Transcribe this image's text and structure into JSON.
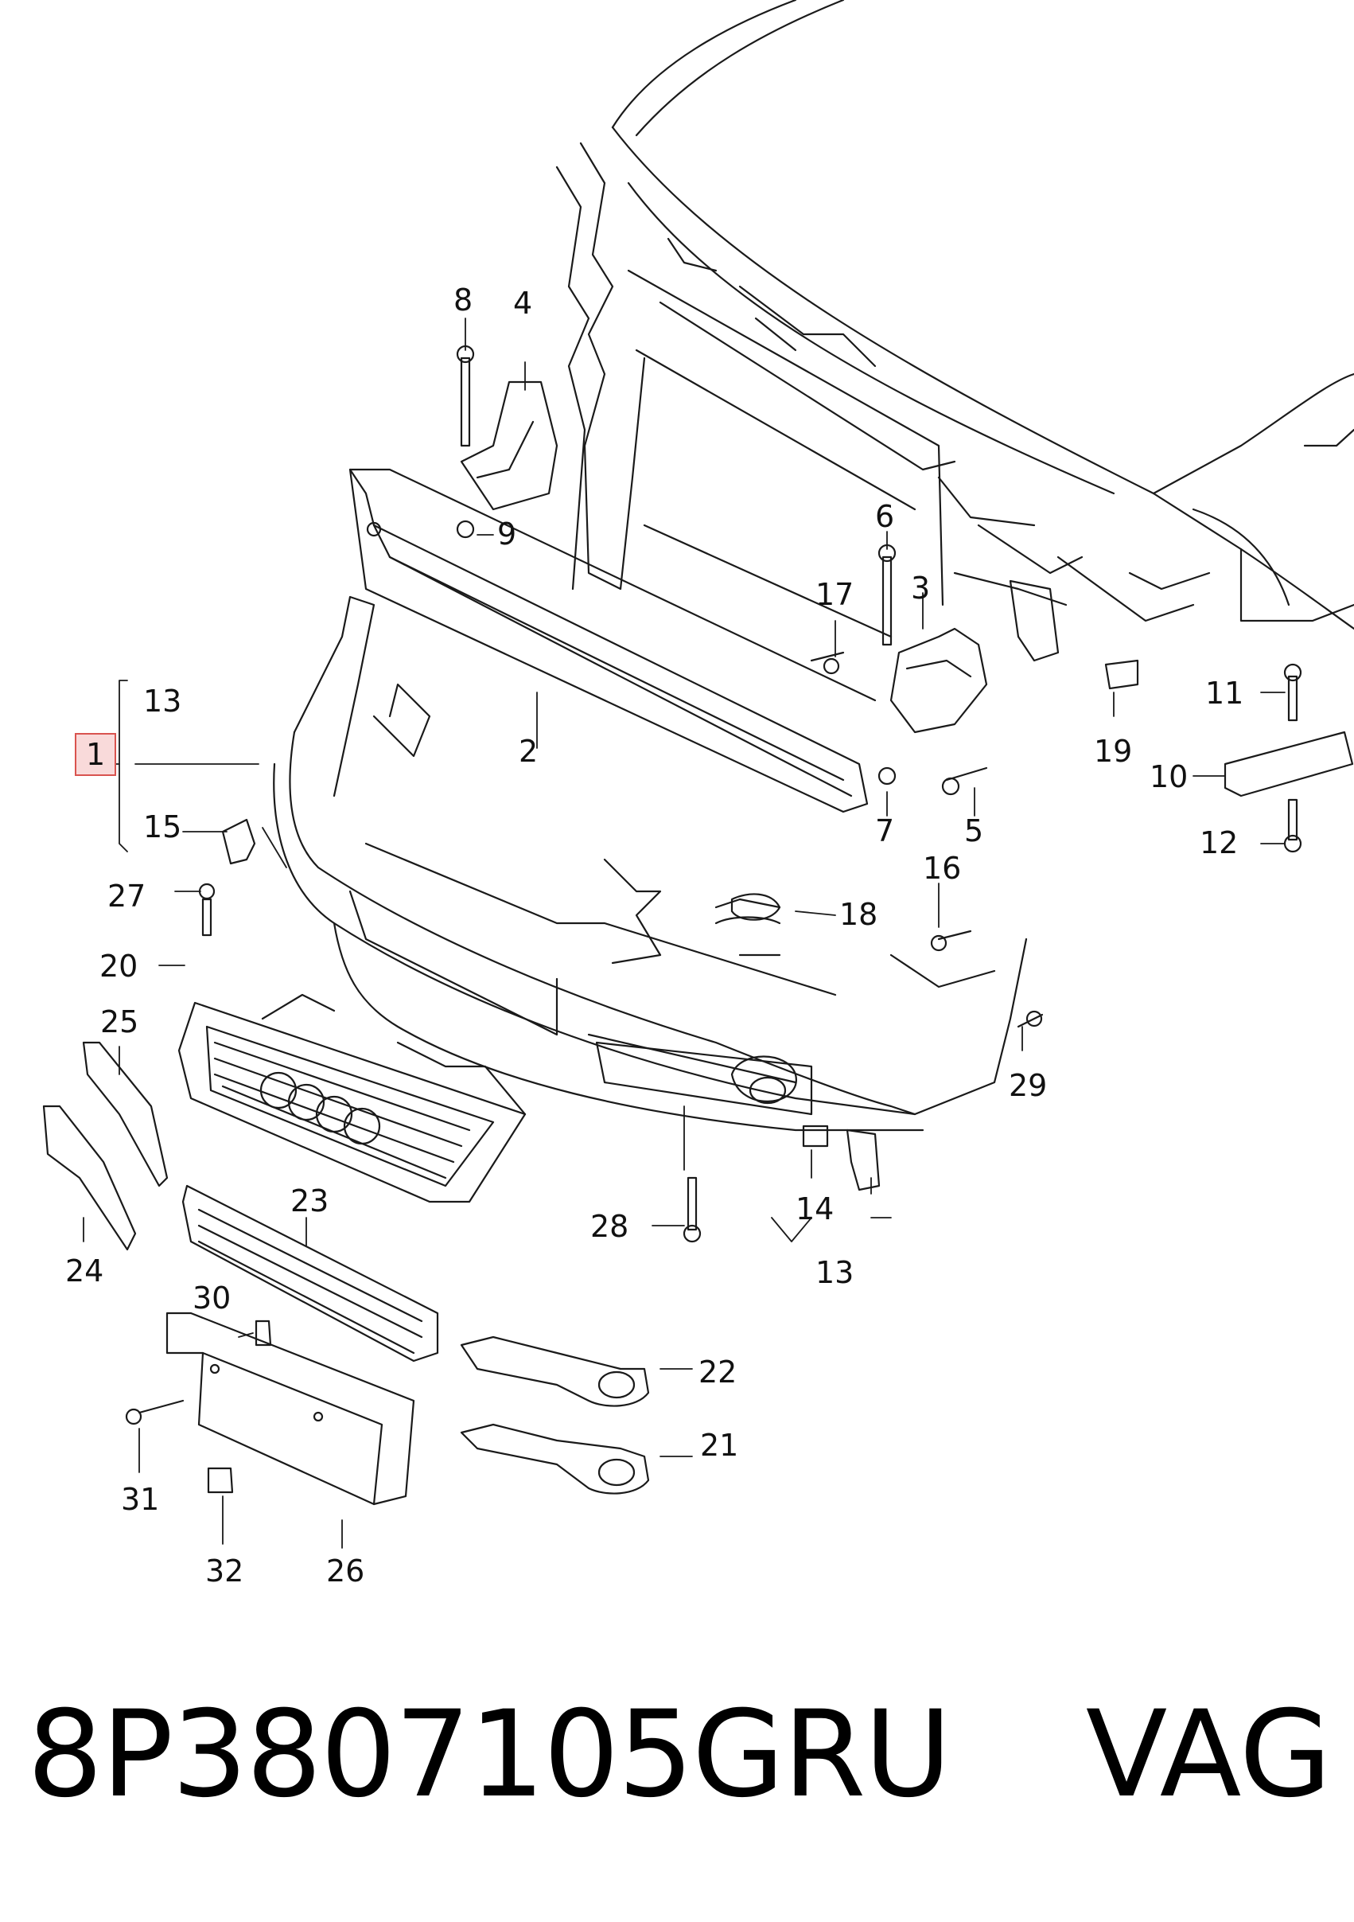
{
  "diagram": {
    "callouts": [
      "1",
      "2",
      "3",
      "4",
      "5",
      "6",
      "7",
      "8",
      "9",
      "10",
      "11",
      "12",
      "13",
      "13",
      "14",
      "15",
      "16",
      "17",
      "18",
      "19",
      "20",
      "21",
      "22",
      "23",
      "24",
      "25",
      "26",
      "27",
      "28",
      "29",
      "30",
      "31",
      "32"
    ],
    "highlighted": "1"
  },
  "footer": {
    "part_number": "8P3807105GRU",
    "brand": "VAG"
  }
}
